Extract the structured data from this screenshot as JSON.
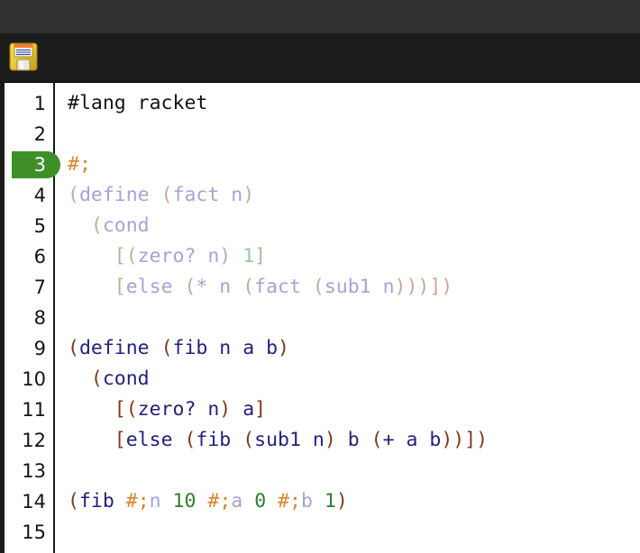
{
  "window": {
    "titlebar_color": "#323232",
    "toolbar_color": "#1c1c1c"
  },
  "toolbar": {
    "save_icon": "floppy-disk-icon",
    "save_label": "Save"
  },
  "editor": {
    "language": "racket",
    "current_line": 3,
    "current_line_highlight_color": "#3f8f29",
    "background": "#ffffff",
    "line_numbers": [
      "1",
      "2",
      "3",
      "4",
      "5",
      "6",
      "7",
      "8",
      "9",
      "10",
      "11",
      "12",
      "13",
      "14",
      "15"
    ],
    "lines": [
      {
        "n": "1",
        "tokens": [
          {
            "t": "#lang racket",
            "c": "s-plain"
          }
        ]
      },
      {
        "n": "2",
        "tokens": []
      },
      {
        "n": "3",
        "tokens": [
          {
            "t": "#;",
            "c": "s-hash"
          }
        ]
      },
      {
        "n": "4",
        "tokens": [
          {
            "t": "(",
            "c": "f-paren"
          },
          {
            "t": "define",
            "c": "f-id"
          },
          {
            "t": " ",
            "c": "f-id"
          },
          {
            "t": "(",
            "c": "f-paren"
          },
          {
            "t": "fact n",
            "c": "f-id"
          },
          {
            "t": ")",
            "c": "f-paren"
          }
        ]
      },
      {
        "n": "5",
        "tokens": [
          {
            "t": "  ",
            "c": "f-id"
          },
          {
            "t": "(",
            "c": "f-paren"
          },
          {
            "t": "cond",
            "c": "f-id"
          }
        ]
      },
      {
        "n": "6",
        "tokens": [
          {
            "t": "    ",
            "c": "f-id"
          },
          {
            "t": "[(",
            "c": "f-paren"
          },
          {
            "t": "zero? n",
            "c": "f-id"
          },
          {
            "t": ")",
            "c": "f-paren"
          },
          {
            "t": " ",
            "c": "f-id"
          },
          {
            "t": "1",
            "c": "f-num"
          },
          {
            "t": "]",
            "c": "f-paren"
          }
        ]
      },
      {
        "n": "7",
        "tokens": [
          {
            "t": "    ",
            "c": "f-id"
          },
          {
            "t": "[",
            "c": "f-paren"
          },
          {
            "t": "else",
            "c": "f-id"
          },
          {
            "t": " ",
            "c": "f-id"
          },
          {
            "t": "(",
            "c": "f-paren"
          },
          {
            "t": "* n ",
            "c": "f-id"
          },
          {
            "t": "(",
            "c": "f-paren"
          },
          {
            "t": "fact ",
            "c": "f-id"
          },
          {
            "t": "(",
            "c": "f-paren"
          },
          {
            "t": "sub1 n",
            "c": "f-id"
          },
          {
            "t": ")))])",
            "c": "f-paren"
          }
        ]
      },
      {
        "n": "8",
        "tokens": []
      },
      {
        "n": "9",
        "tokens": [
          {
            "t": "(",
            "c": "s-paren"
          },
          {
            "t": "define",
            "c": "s-id"
          },
          {
            "t": " ",
            "c": "s-id"
          },
          {
            "t": "(",
            "c": "s-paren"
          },
          {
            "t": "fib n a b",
            "c": "s-id"
          },
          {
            "t": ")",
            "c": "s-paren"
          }
        ]
      },
      {
        "n": "10",
        "tokens": [
          {
            "t": "  ",
            "c": "s-id"
          },
          {
            "t": "(",
            "c": "s-paren"
          },
          {
            "t": "cond",
            "c": "s-id"
          }
        ]
      },
      {
        "n": "11",
        "tokens": [
          {
            "t": "    ",
            "c": "s-id"
          },
          {
            "t": "[(",
            "c": "s-paren"
          },
          {
            "t": "zero? n",
            "c": "s-id"
          },
          {
            "t": ")",
            "c": "s-paren"
          },
          {
            "t": " ",
            "c": "s-id"
          },
          {
            "t": "a",
            "c": "s-id"
          },
          {
            "t": "]",
            "c": "s-paren"
          }
        ]
      },
      {
        "n": "12",
        "tokens": [
          {
            "t": "    ",
            "c": "s-id"
          },
          {
            "t": "[",
            "c": "s-paren"
          },
          {
            "t": "else",
            "c": "s-id"
          },
          {
            "t": " ",
            "c": "s-id"
          },
          {
            "t": "(",
            "c": "s-paren"
          },
          {
            "t": "fib ",
            "c": "s-id"
          },
          {
            "t": "(",
            "c": "s-paren"
          },
          {
            "t": "sub1 n",
            "c": "s-id"
          },
          {
            "t": ")",
            "c": "s-paren"
          },
          {
            "t": " b ",
            "c": "s-id"
          },
          {
            "t": "(",
            "c": "s-paren"
          },
          {
            "t": "+ a b",
            "c": "s-id"
          },
          {
            "t": "))])",
            "c": "s-paren"
          }
        ]
      },
      {
        "n": "13",
        "tokens": []
      },
      {
        "n": "14",
        "tokens": [
          {
            "t": "(",
            "c": "s-paren"
          },
          {
            "t": "fib",
            "c": "s-id"
          },
          {
            "t": " ",
            "c": "s-id"
          },
          {
            "t": "#;",
            "c": "s-hash"
          },
          {
            "t": "n",
            "c": "f-id"
          },
          {
            "t": " ",
            "c": "s-id"
          },
          {
            "t": "10",
            "c": "s-num"
          },
          {
            "t": " ",
            "c": "s-id"
          },
          {
            "t": "#;",
            "c": "s-hash"
          },
          {
            "t": "a",
            "c": "f-id"
          },
          {
            "t": " ",
            "c": "s-id"
          },
          {
            "t": "0",
            "c": "s-num"
          },
          {
            "t": " ",
            "c": "s-id"
          },
          {
            "t": "#;",
            "c": "s-hash"
          },
          {
            "t": "b",
            "c": "f-id"
          },
          {
            "t": " ",
            "c": "s-id"
          },
          {
            "t": "1",
            "c": "s-num"
          },
          {
            "t": ")",
            "c": "s-paren"
          }
        ]
      },
      {
        "n": "15",
        "tokens": []
      }
    ],
    "source_text": "#lang racket\n\n#;\n(define (fact n)\n  (cond\n    [(zero? n) 1]\n    [else (* n (fact (sub1 n)))])\n\n(define (fib n a b)\n  (cond\n    [(zero? n) a]\n    [else (fib (sub1 n) b (+ a b))])\n\n(fib #;n 10 #;a 0 #;b 1)\n"
  },
  "colors": {
    "paren": "#7c3a18",
    "identifier": "#23227a",
    "number": "#2e7d32",
    "hash_semi": "#d4862a",
    "faded_paren": "#c8a898",
    "faded_identifier": "#a5a4d4",
    "faded_number": "#9ac79c",
    "highlight_green": "#3f8f29"
  }
}
